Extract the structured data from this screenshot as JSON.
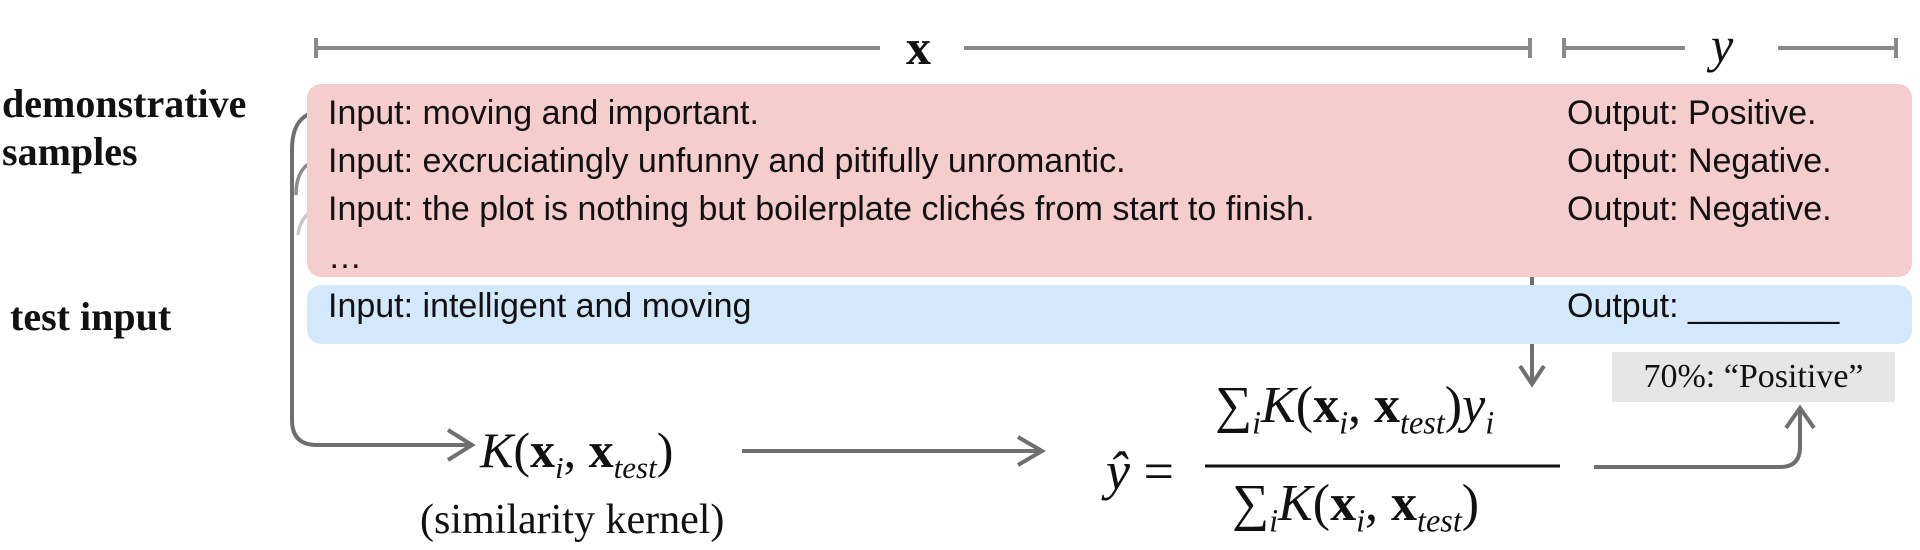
{
  "header": {
    "x_label": "x",
    "y_label": "y"
  },
  "labels": {
    "demonstrative_line1": "demonstrative",
    "demonstrative_line2": "samples",
    "test_input": "test input"
  },
  "demonstrations": [
    {
      "input": "Input: moving and important.",
      "output": "Output: Positive."
    },
    {
      "input": "Input: excruciatingly unfunny and pitifully unromantic.",
      "output": "Output: Negative."
    },
    {
      "input": "Input: the plot is nothing but boilerplate clichés from start to finish.",
      "output": "Output: Negative."
    }
  ],
  "ellipsis": "…",
  "test": {
    "input": "Input: intelligent and moving",
    "output": "Output: ________"
  },
  "kernel": {
    "K": "K",
    "open": "(",
    "x": "x",
    "i": "i",
    "comma": ", ",
    "test": "test",
    "close": ")",
    "caption": "(similarity kernel)"
  },
  "formula": {
    "yhat": "ŷ",
    "equals": "=",
    "sum": "∑",
    "y": "y"
  },
  "prediction": "70%: “Positive”",
  "colors": {
    "demo_panel": "#f4cdcc",
    "test_panel": "#d3e8fb",
    "arrow": "#6f6f6f",
    "bracket": "#8a8a8a",
    "prediction_box": "#e6e6e6"
  }
}
